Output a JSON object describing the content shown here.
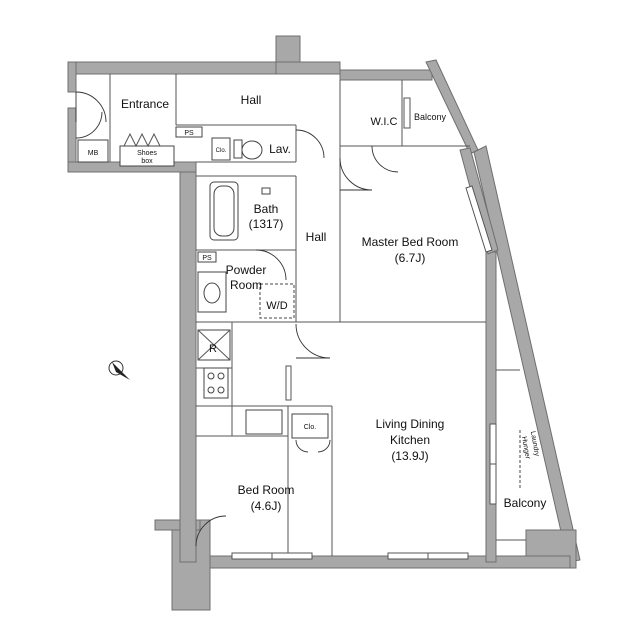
{
  "rooms": {
    "entrance": "Entrance",
    "hall_top": "Hall",
    "hall_mid": "Hall",
    "lav": "Lav.",
    "bath": "Bath",
    "bath_size": "(1317)",
    "powder_1": "Powder",
    "powder_2": "Room",
    "wd": "W/D",
    "wic": "W.I.C",
    "balcony_small": "Balcony",
    "master_1": "Master Bed Room",
    "master_2": "(6.7J)",
    "ldk_1": "Living Dining",
    "ldk_2": "Kitchen",
    "ldk_3": "(13.9J)",
    "bed_1": "Bed Room",
    "bed_2": "(4.6J)",
    "balcony": "Balcony",
    "laundry_1": "Laundry",
    "laundry_2": "Hunger"
  },
  "fixtures": {
    "mb": "MB",
    "shoes_1": "Shoes",
    "shoes_2": "box",
    "ps_top": "PS",
    "ps_mid": "PS",
    "clo_top": "Clo.",
    "clo_bottom": "Clo.",
    "refrigerator": "R"
  },
  "colors": {
    "wall": "#a8a8a8",
    "line": "#555555"
  }
}
